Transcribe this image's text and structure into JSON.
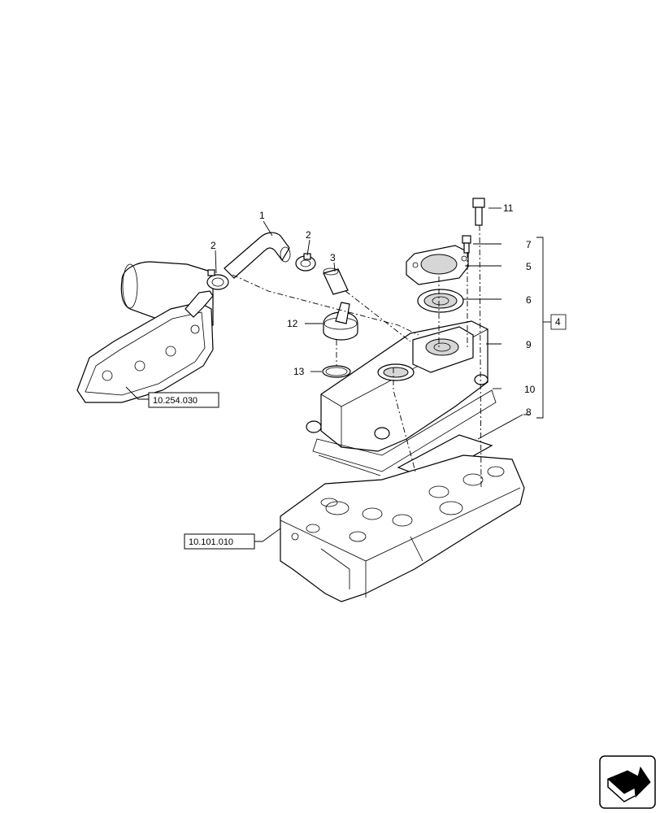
{
  "callouts": {
    "c1": "1",
    "c2a": "2",
    "c2b": "2",
    "c3": "3",
    "c4": "4",
    "c5": "5",
    "c6": "6",
    "c7": "7",
    "c8": "8",
    "c9": "9",
    "c10": "10",
    "c11": "11",
    "c12": "12",
    "c13": "13"
  },
  "references": {
    "exhaust_manifold": "10.254.030",
    "cylinder_head": "10.101.010"
  },
  "icons": {
    "next_page": "next-page-arrow-icon"
  }
}
